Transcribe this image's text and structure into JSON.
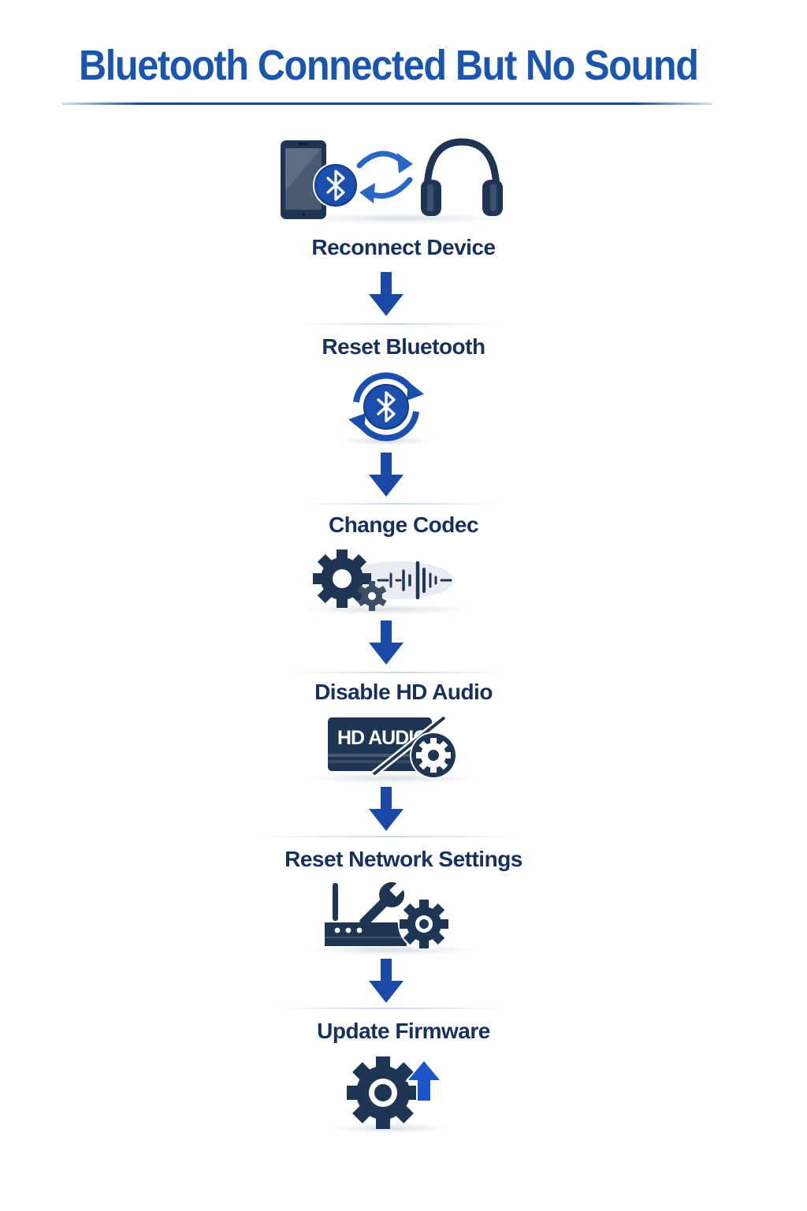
{
  "title": "Bluetooth Connected But No Sound",
  "colors": {
    "title_blue": "#1a56b0",
    "navy": "#1f3554",
    "accent_blue": "#1a4fae",
    "arrow_blue": "#1a49a8",
    "label_text": "#17305e"
  },
  "steps": [
    {
      "label": "Reconnect Device",
      "icons": [
        "smartphone-icon",
        "bluetooth-icon",
        "sync-arrows-icon",
        "headphones-icon"
      ]
    },
    {
      "label": "Reset Bluetooth",
      "icons": [
        "bluetooth-refresh-icon"
      ]
    },
    {
      "label": "Change Codec",
      "icons": [
        "gears-icon",
        "waveform-icon"
      ]
    },
    {
      "label": "Disable HD Audio",
      "icons": [
        "hd-audio-badge-icon",
        "gear-icon"
      ],
      "badge_text": "HD AUDIO"
    },
    {
      "label": "Reset Network Settings",
      "icons": [
        "router-icon",
        "wrench-icon",
        "gear-icon"
      ]
    },
    {
      "label": "Update Firmware",
      "icons": [
        "gear-icon",
        "upload-arrow-icon"
      ]
    }
  ],
  "connector": "down-arrow-icon"
}
